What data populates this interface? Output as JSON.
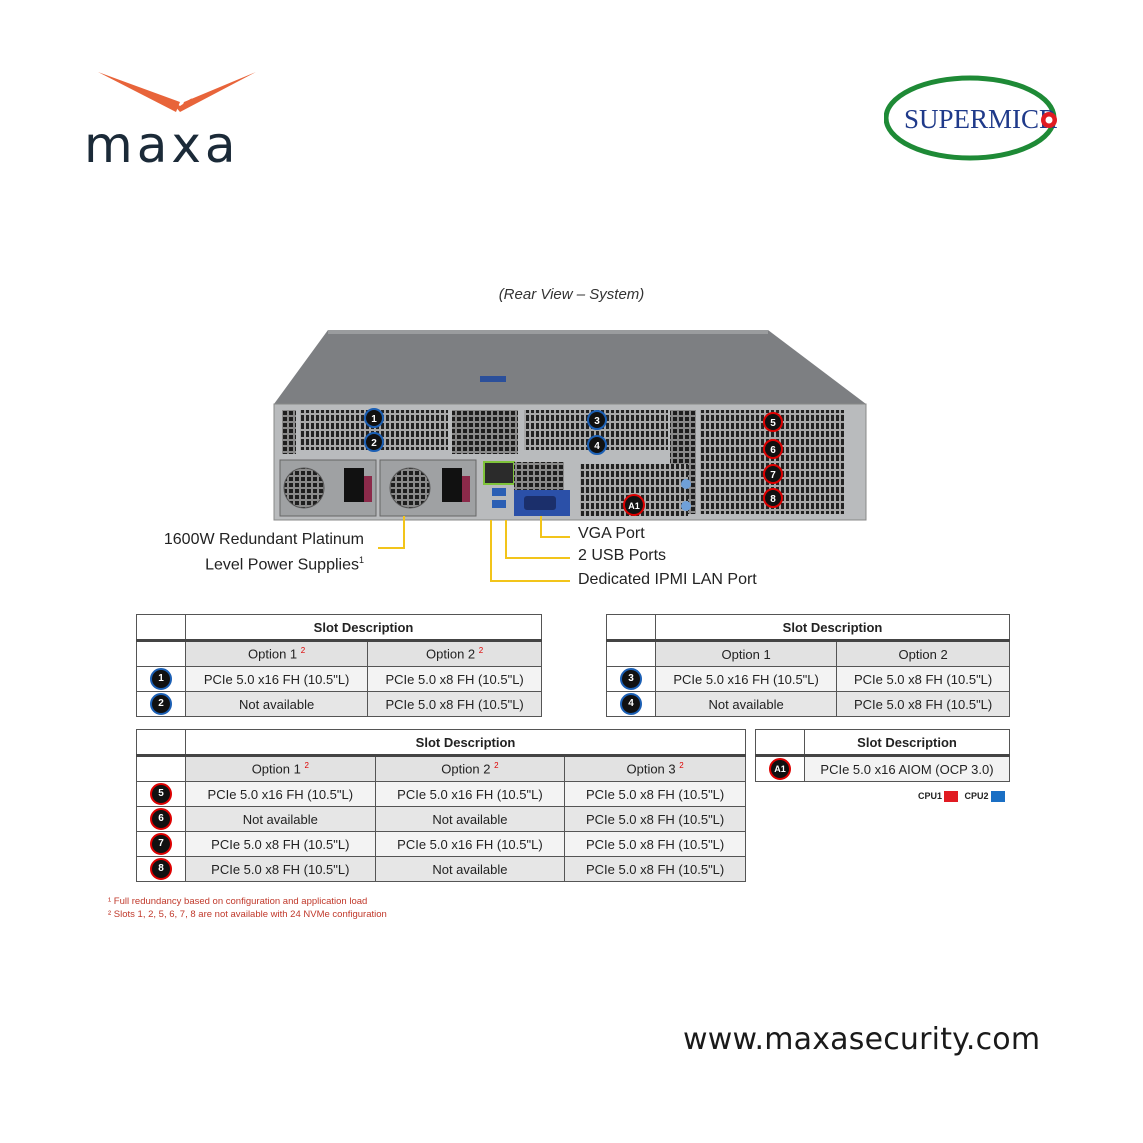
{
  "brand": {
    "maxa_wordmark": "maxa",
    "supermicro_wordmark": "SUPERMICR",
    "website": "www.maxasecurity.com",
    "colors": {
      "maxa_orange": "#e8643a",
      "maxa_navy": "#1b2a38",
      "smc_green": "#1e8a36",
      "smc_blue": "#1f3a8a",
      "smc_red": "#e11b22"
    }
  },
  "caption": "(Rear View – System)",
  "callouts": {
    "psu_line1": "1600W Redundant Platinum",
    "psu_line2": "Level Power Supplies",
    "psu_sup": "1",
    "vga": "VGA Port",
    "usb": "2 USB Ports",
    "ipmi": "Dedicated IPMI LAN Port"
  },
  "server_badges": [
    "1",
    "2",
    "3",
    "4",
    "5",
    "6",
    "7",
    "8",
    "A1"
  ],
  "table1": {
    "title": "Slot Description",
    "options": [
      {
        "label": "Option 1",
        "sup": "2"
      },
      {
        "label": "Option 2",
        "sup": "2"
      }
    ],
    "rows": [
      {
        "badge": "1",
        "color": "blue",
        "cells": [
          "PCIe 5.0 x16 FH (10.5\"L)",
          "PCIe 5.0 x8 FH (10.5\"L)"
        ]
      },
      {
        "badge": "2",
        "color": "blue",
        "cells": [
          "Not available",
          "PCIe 5.0 x8 FH (10.5\"L)"
        ]
      }
    ]
  },
  "table2": {
    "title": "Slot Description",
    "options": [
      {
        "label": "Option 1",
        "sup": ""
      },
      {
        "label": "Option 2",
        "sup": ""
      }
    ],
    "rows": [
      {
        "badge": "3",
        "color": "blue",
        "cells": [
          "PCIe 5.0 x16 FH (10.5\"L)",
          "PCIe 5.0 x8 FH (10.5\"L)"
        ]
      },
      {
        "badge": "4",
        "color": "blue",
        "cells": [
          "Not available",
          "PCIe 5.0 x8 FH (10.5\"L)"
        ]
      }
    ]
  },
  "table3": {
    "title": "Slot Description",
    "options": [
      {
        "label": "Option 1",
        "sup": "2"
      },
      {
        "label": "Option 2",
        "sup": "2"
      },
      {
        "label": "Option 3",
        "sup": "2"
      }
    ],
    "rows": [
      {
        "badge": "5",
        "color": "red",
        "cells": [
          "PCIe 5.0 x16 FH (10.5\"L)",
          "PCIe 5.0 x16 FH (10.5\"L)",
          "PCIe 5.0 x8 FH (10.5\"L)"
        ]
      },
      {
        "badge": "6",
        "color": "red",
        "cells": [
          "Not available",
          "Not available",
          "PCIe 5.0 x8 FH (10.5\"L)"
        ]
      },
      {
        "badge": "7",
        "color": "red",
        "cells": [
          "PCIe 5.0 x8 FH (10.5\"L)",
          "PCIe 5.0 x16 FH (10.5\"L)",
          "PCIe 5.0 x8 FH (10.5\"L)"
        ]
      },
      {
        "badge": "8",
        "color": "red",
        "cells": [
          "PCIe 5.0 x8 FH (10.5\"L)",
          "Not available",
          "PCIe 5.0 x8 FH (10.5\"L)"
        ]
      }
    ]
  },
  "table4": {
    "title": "Slot Description",
    "rows": [
      {
        "badge": "A1",
        "color": "red",
        "cells": [
          "PCIe 5.0 x16 AIOM (OCP 3.0)"
        ]
      }
    ]
  },
  "legend": {
    "cpu1": "CPU1",
    "cpu1_color": "#e11b22",
    "cpu2": "CPU2",
    "cpu2_color": "#1a6fc4"
  },
  "footnotes": [
    "¹ Full redundancy based on configuration and application load",
    "² Slots 1, 2, 5, 6, 7, 8 are not available with 24 NVMe configuration"
  ]
}
